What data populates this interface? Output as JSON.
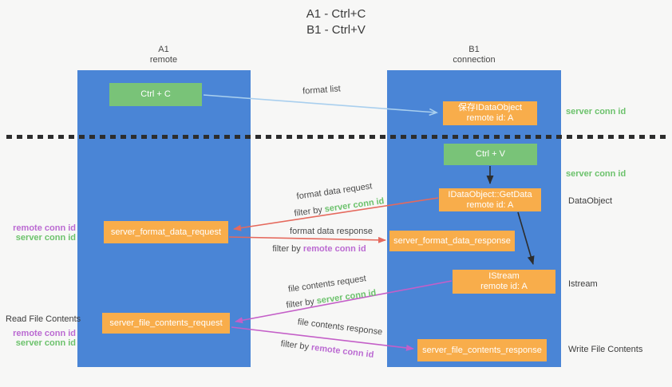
{
  "title": {
    "line1": "A1 - Ctrl+C",
    "line2": "B1 - Ctrl+V"
  },
  "lanes": {
    "a1": {
      "title": "A1",
      "subtitle": "remote"
    },
    "b1": {
      "title": "B1",
      "subtitle": "connection"
    }
  },
  "boxes": {
    "ctrl_c": "Ctrl + C",
    "ctrl_v": "Ctrl + V",
    "save_idataobject_line1": "保存IDataObject",
    "save_idataobject_line2": "remote id: A",
    "getdata_line1": "IDataObject::GetData",
    "getdata_line2": "remote id: A",
    "istream_line1": "IStream",
    "istream_line2": "remote id: A",
    "server_format_data_request": "server_format_data_request",
    "server_format_data_response": "server_format_data_response",
    "server_file_contents_request": "server_file_contents_request",
    "server_file_contents_response": "server_file_contents_response"
  },
  "arrow_labels": {
    "format_list": "format list",
    "format_data_request": "format data request",
    "format_data_response": "format data response",
    "file_contents_request": "file contents request",
    "file_contents_response": "file contents response",
    "filter_by": "filter by ",
    "server_conn_id": "server conn id",
    "remote_conn_id": "remote conn id"
  },
  "side_labels": {
    "server_conn_id_top": "server conn id",
    "server_conn_id_mid": "server conn id",
    "dataobject": "DataObject",
    "istream": "Istream",
    "write_file_contents": "Write File Contents",
    "read_file_contents": "Read File Contents",
    "remote_conn_id_left1": "remote conn id",
    "server_conn_id_left1": "server conn id",
    "remote_conn_id_left2": "remote conn id",
    "server_conn_id_left2": "server conn id"
  },
  "colors": {
    "lane_blue": "#4a85d6",
    "box_green": "#79c378",
    "box_orange": "#f8ad4b",
    "accent_green": "#6cc26c",
    "accent_purple": "#bb6ad2",
    "arrow_blue": "#a9cfee",
    "arrow_red": "#e5695d",
    "arrow_magenta": "#c45fc8",
    "arrow_black": "#2d2d2d"
  }
}
